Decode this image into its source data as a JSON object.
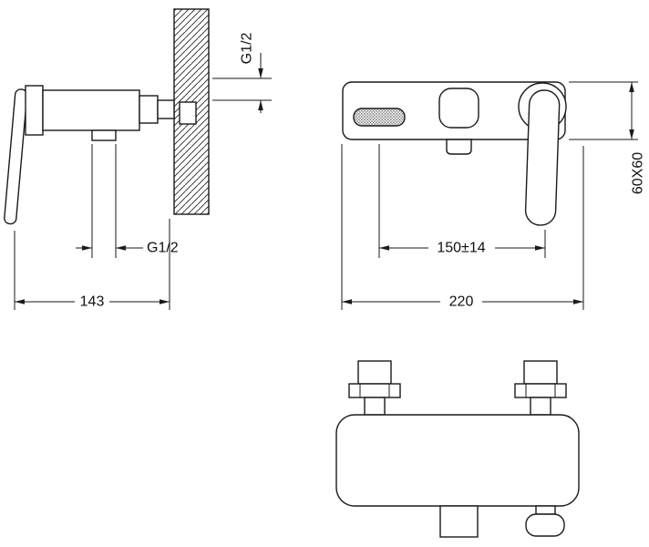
{
  "drawing": {
    "labels": {
      "wall_thread": "G1/2",
      "outlet_thread": "G1/2",
      "side_depth": "143",
      "inlet_center_distance": "150±14",
      "total_width": "220",
      "body_cross_section": "60X60"
    },
    "colors": {
      "line": "#1a1a1a",
      "background": "#ffffff"
    }
  }
}
